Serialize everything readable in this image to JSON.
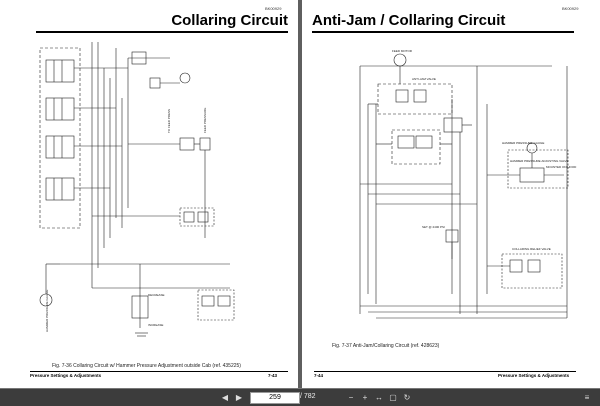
{
  "left_page": {
    "doc_number": "BK00929",
    "title": "Collaring Circuit",
    "caption": "Fig. 7-36  Collaring Circuit w/ Hammer Pressure Adjustment outside Cab (ref. 435225)",
    "footer_left": "Pressure Settings & Adjustments",
    "footer_right": "7-43",
    "labels": [
      "HAMMER PRESSURE GAUGE",
      "DECREASE",
      "INCREASE",
      "TO FEED PRESS",
      "FEED PRESSURE"
    ]
  },
  "right_page": {
    "doc_number": "BK00929",
    "title": "Anti-Jam / Collaring Circuit",
    "caption": "Fig. 7-37  Anti-Jam/Collaring Circuit (ref. 428623)",
    "footer_left": "7-44",
    "footer_right": "Pressure Settings & Adjustments",
    "labels": [
      "FEED MOTOR",
      "ANTI-JAM VALVE",
      "HAMMER PRESSURE GAUGE",
      "HAMMER PRESSURE ADJUSTING VALVE",
      "MOUNTED ON HOOD",
      "SET @ 2400 PSI",
      "COLLARING RELIEF VALVE"
    ]
  },
  "toolbar": {
    "current_page": "259",
    "total_pages": "/ 782",
    "icons": [
      "prev-page-icon",
      "next-page-icon",
      "zoom-out-icon",
      "zoom-in-icon",
      "fit-width-icon",
      "fit-page-icon",
      "rotate-icon",
      "menu-icon"
    ]
  }
}
